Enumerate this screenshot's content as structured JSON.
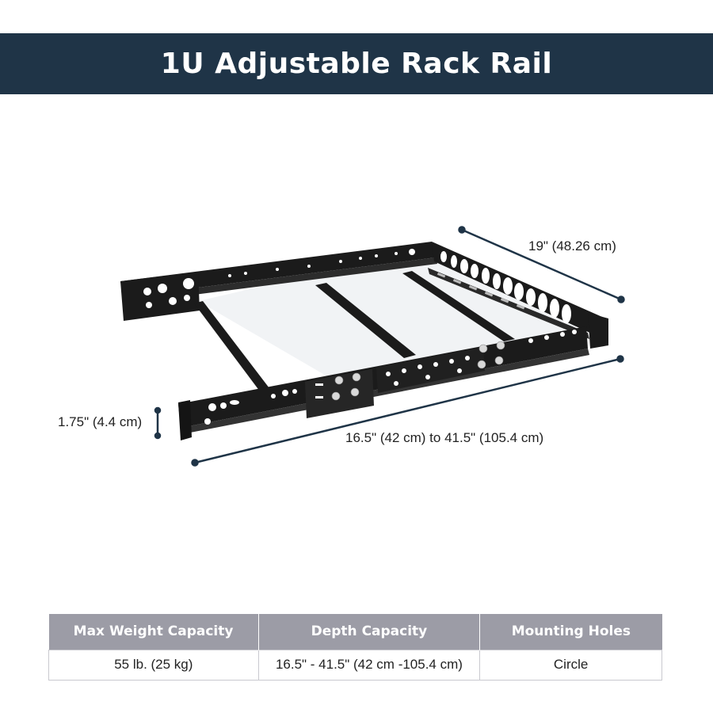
{
  "header": {
    "title": "1U Adjustable Rack Rail"
  },
  "dimensions": {
    "width": "19\" (48.26 cm)",
    "height": "1.75\" (4.4 cm)",
    "depth": "16.5\" (42 cm) to 41.5\" (105.4 cm)"
  },
  "specs": {
    "headers": [
      "Max Weight Capacity",
      "Depth Capacity",
      "Mounting Holes"
    ],
    "values": [
      "55 lb. (25 kg)",
      "16.5\" - 41.5\" (42 cm -105.4 cm)",
      "Circle"
    ]
  },
  "colors": {
    "title_bar": "#1f3447",
    "table_header": "#9c9ca6",
    "rail": "#1b1b1b"
  }
}
